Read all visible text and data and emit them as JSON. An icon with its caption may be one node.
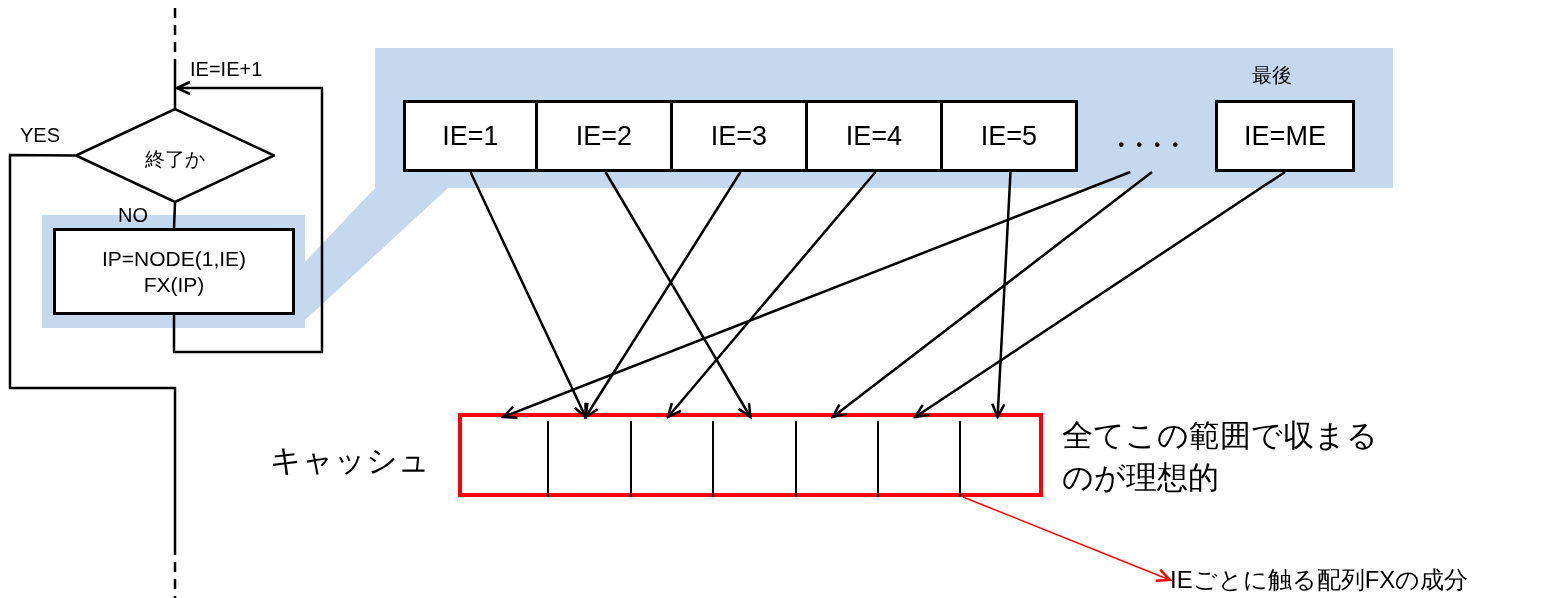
{
  "diagram": {
    "nodes": [
      {
        "text": [
          "終了か"
        ]
      },
      {
        "text": [
          "IP=NODE(1,IE) FX(IP)"
        ]
      },
      {
        "text": [],
        "shape": "band"
      },
      {
        "text": [
          "IE=1"
        ],
        "in": 2
      },
      {
        "text": [
          "IE=2"
        ],
        "in": 2
      },
      {
        "text": [
          "IE=3"
        ],
        "in": 2
      },
      {
        "text": [
          "IE=4"
        ],
        "in": 2
      },
      {
        "text": [
          "IE=5"
        ],
        "in": 2
      },
      {
        "text": [
          "・・・・"
        ],
        "in": 2
      },
      {
        "text": [
          "IE=ME"
        ],
        "in": 2,
        "beside": [
          "最後"
        ]
      },
      {
        "text": [],
        "shape": "box",
        "beside": [
          "キャッシュ",
          "全てこの範囲で収まるのが理想的"
        ]
      },
      {
        "text": [],
        "shape": "box",
        "in": 10
      },
      {
        "text": [],
        "shape": "box",
        "in": 10
      },
      {
        "text": [],
        "shape": "box",
        "in": 10
      },
      {
        "text": [],
        "shape": "box",
        "in": 10
      },
      {
        "text": [],
        "shape": "box",
        "in": 10
      },
      {
        "text": [],
        "shape": "box",
        "in": 10
      },
      {
        "text": [],
        "shape": "box",
        "in": 10
      },
      {
        "text": [
          "IEごとに触る配列FXの成分"
        ]
      }
    ],
    "edges": [
      {
        "from": null,
        "to": 0,
        "arrow": "none"
      },
      {
        "from": 0,
        "to": 1,
        "arrow": "none",
        "label": "NO"
      },
      {
        "from": 1,
        "to": 0,
        "arrow": "to",
        "label": "IE=IE+1"
      },
      {
        "from": 0,
        "to": null,
        "arrow": "none",
        "label": "YES"
      },
      {
        "from": 3,
        "to": 12,
        "arrow": "to"
      },
      {
        "from": 4,
        "to": 14,
        "arrow": "to"
      },
      {
        "from": 5,
        "to": 12,
        "arrow": "to"
      },
      {
        "from": 6,
        "to": 13,
        "arrow": "to"
      },
      {
        "from": 7,
        "to": 17,
        "arrow": "to"
      },
      {
        "from": 8,
        "to": 11,
        "arrow": "to"
      },
      {
        "from": 8,
        "to": 15,
        "arrow": "to"
      },
      {
        "from": 9,
        "to": 16,
        "arrow": "to"
      },
      {
        "from": 10,
        "to": 18,
        "arrow": "to",
        "color": "#ff0000"
      }
    ]
  }
}
